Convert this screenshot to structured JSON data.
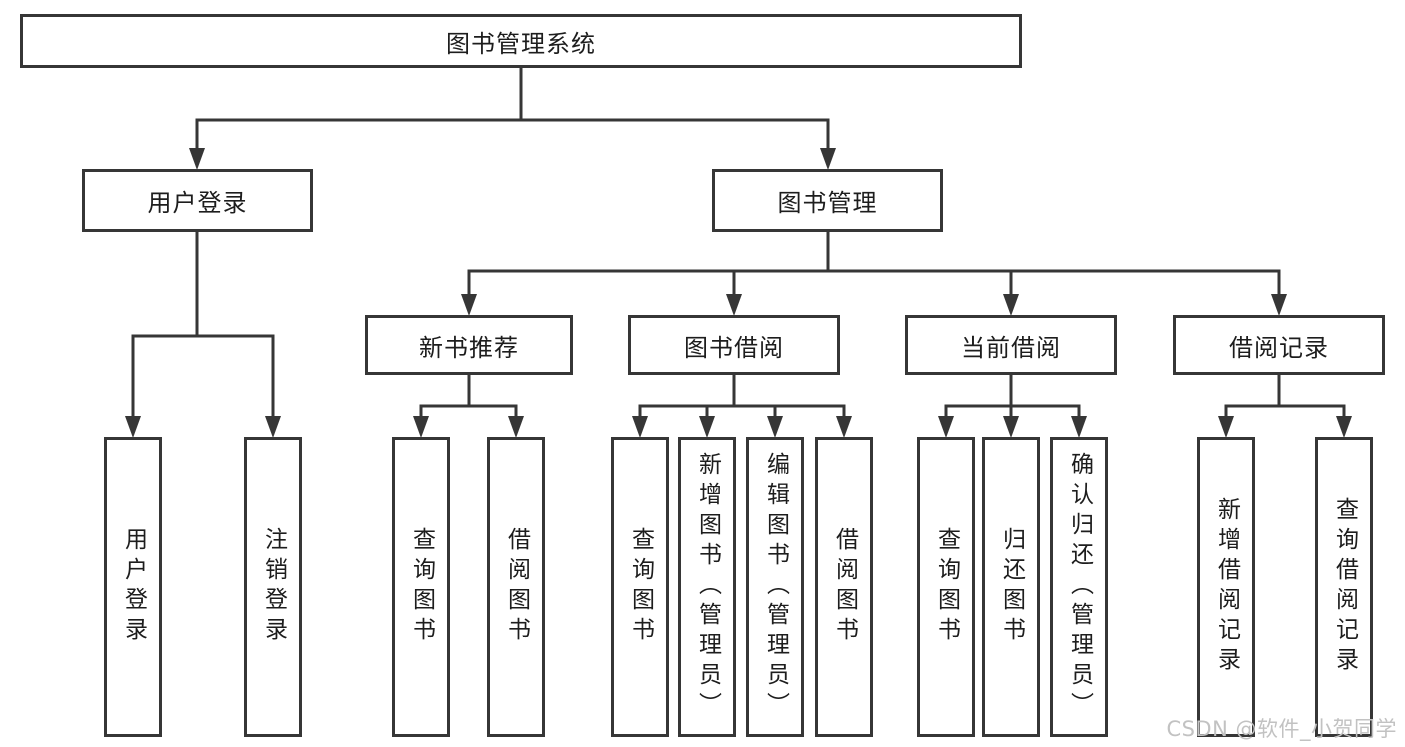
{
  "colors": {
    "line": "#363636",
    "text": "#1d1d1d",
    "watermark": "#c2c2c2",
    "background": "#ffffff"
  },
  "watermark": {
    "text": "CSDN @软件_小贺同学"
  },
  "diagram": {
    "type": "hierarchy-tree",
    "root": {
      "label": "图书管理系统"
    },
    "branches": [
      {
        "label": "用户登录",
        "children": [
          {
            "label": "用户登录"
          },
          {
            "label": "注销登录"
          }
        ]
      },
      {
        "label": "图书管理",
        "children": [
          {
            "label": "新书推荐",
            "children": [
              {
                "label": "查询图书"
              },
              {
                "label": "借阅图书"
              }
            ]
          },
          {
            "label": "图书借阅",
            "children": [
              {
                "label": "查询图书"
              },
              {
                "label": "新增图书（管理员）"
              },
              {
                "label": "编辑图书（管理员）"
              },
              {
                "label": "借阅图书"
              }
            ]
          },
          {
            "label": "当前借阅",
            "children": [
              {
                "label": "查询图书"
              },
              {
                "label": "归还图书"
              },
              {
                "label": "确认归还（管理员）"
              }
            ]
          },
          {
            "label": "借阅记录",
            "children": [
              {
                "label": "新增借阅记录"
              },
              {
                "label": "查询借阅记录"
              }
            ]
          }
        ]
      }
    ]
  }
}
